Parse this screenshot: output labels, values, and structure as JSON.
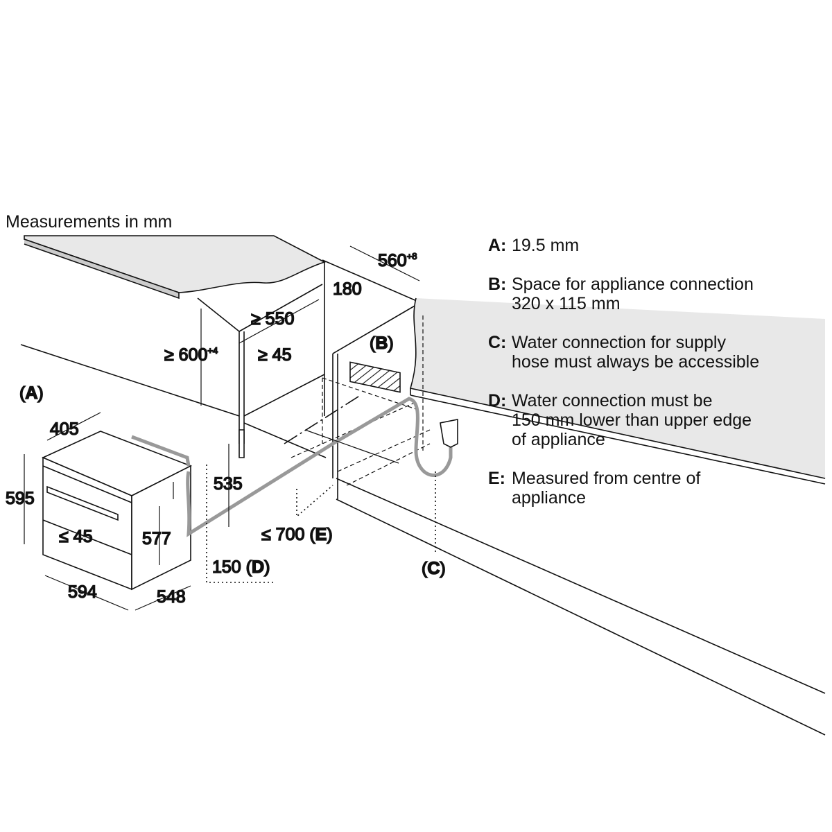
{
  "title": "Measurements in mm",
  "dimensions": {
    "a_label": "A",
    "d405": "405",
    "d595": "595",
    "d594": "594",
    "d548": "548",
    "d577": "577",
    "d535": "535",
    "le45": "≤ 45",
    "ge600": "≥ 600",
    "ge600_tol": "+4",
    "ge550": "≥ 550",
    "ge45": "≥ 45",
    "d180": "180",
    "d560": "560",
    "d560_tol": "+8",
    "b_label": "B",
    "c_label": "C",
    "d150": "150",
    "d_label": "D",
    "le700": "≤ 700",
    "e_label": "E"
  },
  "legend": [
    {
      "key": "A:",
      "text": "19.5 mm"
    },
    {
      "key": "B:",
      "text": "Space for appliance connection\n320 x 115 mm"
    },
    {
      "key": "C:",
      "text": "Water connection for supply\nhose must always be accessible"
    },
    {
      "key": "D:",
      "text": "Water connection must be\n150 mm lower than upper edge\nof appliance"
    },
    {
      "key": "E:",
      "text": "Measured from centre of\nappliance"
    }
  ],
  "colors": {
    "line": "#111111",
    "countertop": "#e8e8e8",
    "hose": "#9a9a9a"
  }
}
